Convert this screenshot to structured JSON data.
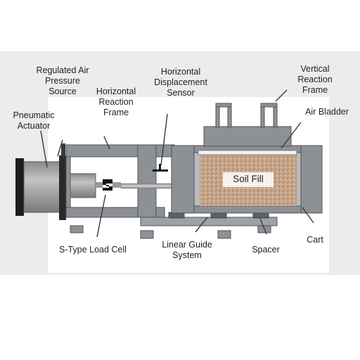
{
  "labels": {
    "regulated_air": [
      "Regulated Air",
      "Pressure",
      "Source"
    ],
    "pneumatic_actuator": [
      "Pneumatic",
      "Actuator"
    ],
    "horizontal_reaction_frame": [
      "Horizontal",
      "Reaction",
      "Frame"
    ],
    "horizontal_displacement_sensor": [
      "Horizontal",
      "Displacement",
      "Sensor"
    ],
    "vertical_reaction_frame": [
      "Vertical",
      "Reaction",
      "Frame"
    ],
    "air_bladder": "Air Bladder",
    "soil_fill": "Soil Fill",
    "s_type_load_cell": "S-Type Load Cell",
    "linear_guide_system": [
      "Linear Guide",
      "System"
    ],
    "spacer": "Spacer",
    "cart": "Cart"
  }
}
